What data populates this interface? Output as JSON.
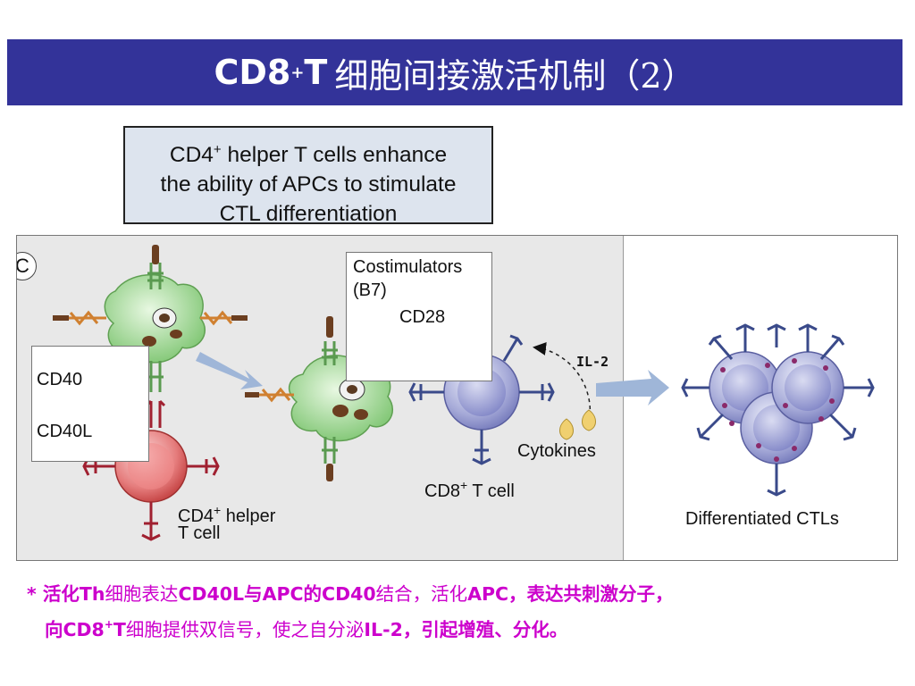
{
  "title": {
    "latin": "CD8",
    "sup": "+",
    "latin_after": "T",
    "chinese": "细胞间接激活机制（2）"
  },
  "headline": {
    "line1_a": "CD4",
    "line1_sup": "+",
    "line1_b": " helper T cells enhance",
    "line2": "the ability of APCs to stimulate",
    "line3": "CTL differentiation"
  },
  "panel": {
    "letter": "C",
    "labels": {
      "cd40": "CD40",
      "cd40l": "CD40L",
      "costim_line1": "Costimulators",
      "costim_line2": "(B7)",
      "cd28": "CD28",
      "il2": "IL-2",
      "cytokines": "Cytokines",
      "cd8_a": "CD8",
      "cd8_sup": "+",
      "cd8_b": " T cell",
      "cd4_a": "CD4",
      "cd4_sup": "+",
      "cd4_b": " helper",
      "cd4_line2": "T cell",
      "differentiated": "Differentiated CTLs"
    },
    "colors": {
      "apc_fill": "#a9dca0",
      "cd4_fill": "#e07070",
      "cd8_fill": "#a9acd8",
      "arrow": "#9fb6d8",
      "receptor_blue": "#3a4a8a",
      "receptor_red": "#a02030",
      "mhc_green": "#5a9a50",
      "b7_orange": "#d08030",
      "costim_purple": "#7a3a8a"
    }
  },
  "note": {
    "line1": [
      {
        "t": "* ",
        "b": true
      },
      {
        "t": "活化",
        "b": true
      },
      {
        "t": "Th",
        "b": true
      },
      {
        "t": "细胞表达",
        "b": false
      },
      {
        "t": "CD40L",
        "b": true
      },
      {
        "t": "与",
        "b": true
      },
      {
        "t": "APC",
        "b": true
      },
      {
        "t": "的",
        "b": true
      },
      {
        "t": "CD40",
        "b": true
      },
      {
        "t": "结合，活化",
        "b": false
      },
      {
        "t": "APC，表达共刺激分子，",
        "b": true
      }
    ],
    "line2": [
      {
        "t": "向",
        "b": true
      },
      {
        "t": "CD8",
        "b": true
      },
      {
        "t": "+",
        "b": true,
        "sup": true
      },
      {
        "t": "T",
        "b": true
      },
      {
        "t": "细胞提供双信号，使之自分泌",
        "b": false
      },
      {
        "t": "IL-2，引起增殖、分化。",
        "b": true
      }
    ]
  }
}
